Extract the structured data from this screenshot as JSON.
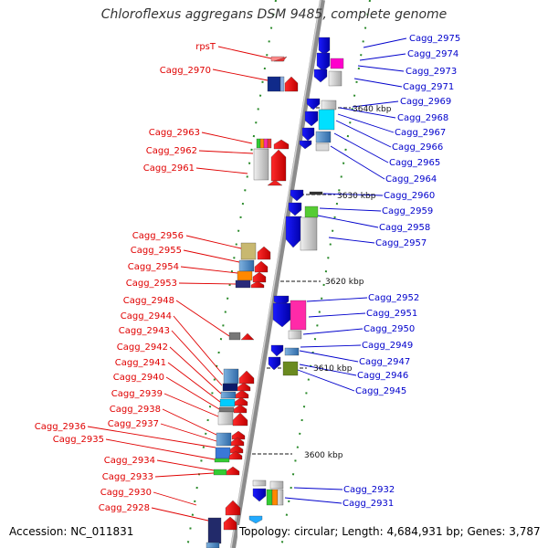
{
  "title": "Chloroflexus aggregans DSM 9485, complete genome",
  "footer": {
    "accession": "Accession: NC_011831",
    "summary": "Topology: circular; Length: 4,684,931 bp; Genes: 3,787"
  },
  "colors": {
    "left_labels": "#e00000",
    "right_labels": "#0000cc",
    "backbone": "#9a9a9a",
    "tick": "#1a7a1a"
  },
  "ticks": [
    "3640 kbp",
    "3630 kbp",
    "3620 kbp",
    "3610 kbp",
    "3600 kbp"
  ],
  "left_genes": [
    "rpsT",
    "Cagg_2970",
    "Cagg_2963",
    "Cagg_2962",
    "Cagg_2961",
    "Cagg_2956",
    "Cagg_2955",
    "Cagg_2954",
    "Cagg_2953",
    "Cagg_2948",
    "Cagg_2944",
    "Cagg_2943",
    "Cagg_2942",
    "Cagg_2941",
    "Cagg_2940",
    "Cagg_2939",
    "Cagg_2938",
    "Cagg_2937",
    "Cagg_2936",
    "Cagg_2935",
    "Cagg_2934",
    "Cagg_2933",
    "Cagg_2930",
    "Cagg_2928"
  ],
  "right_genes": [
    "Cagg_2975",
    "Cagg_2974",
    "Cagg_2973",
    "Cagg_2971",
    "Cagg_2969",
    "Cagg_2968",
    "Cagg_2967",
    "Cagg_2966",
    "Cagg_2965",
    "Cagg_2964",
    "Cagg_2960",
    "Cagg_2959",
    "Cagg_2958",
    "Cagg_2957",
    "Cagg_2952",
    "Cagg_2951",
    "Cagg_2950",
    "Cagg_2949",
    "Cagg_2947",
    "Cagg_2946",
    "Cagg_2945",
    "Cagg_2932",
    "Cagg_2931"
  ]
}
